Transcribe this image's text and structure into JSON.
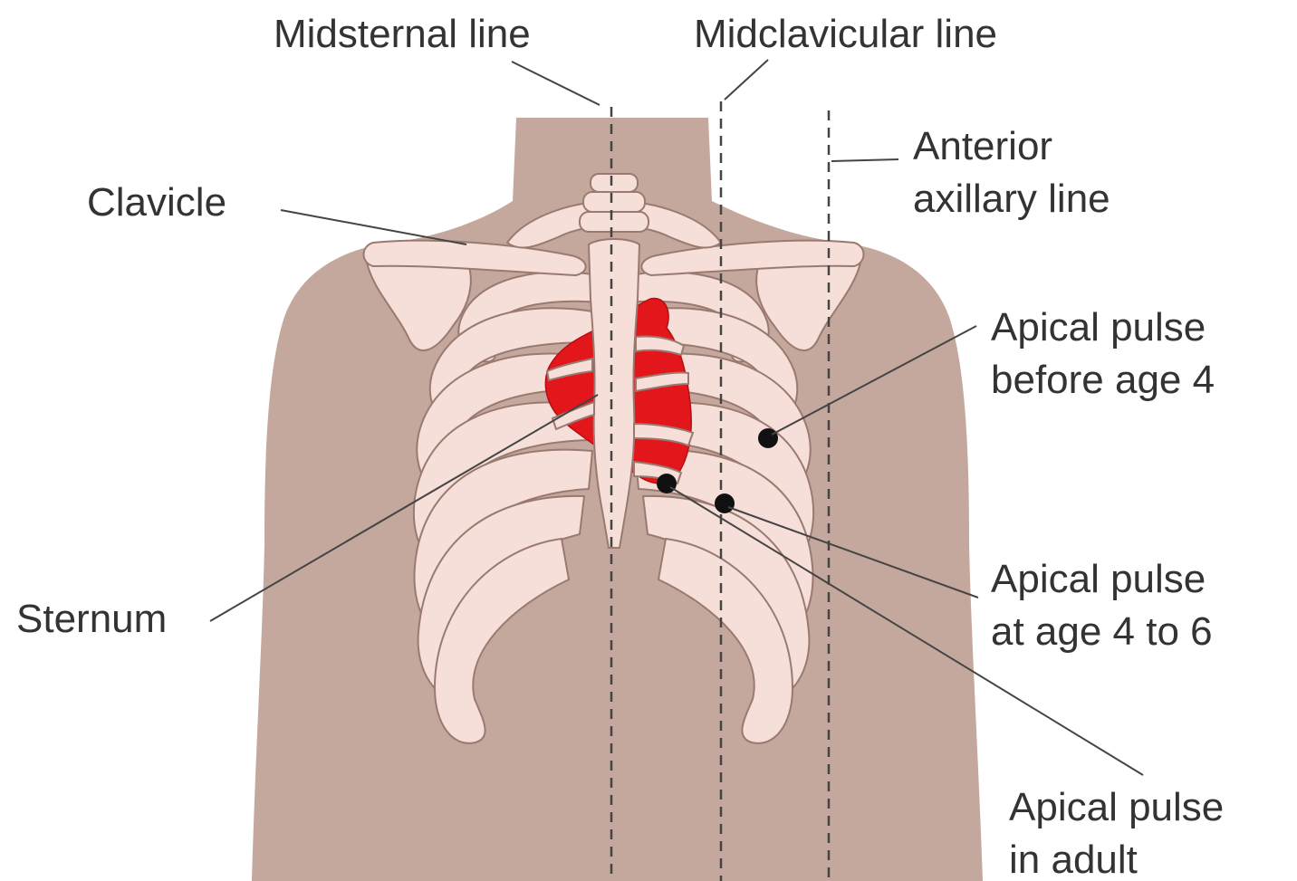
{
  "labels": {
    "midsternal": "Midsternal line",
    "midclavicular": "Midclavicular line",
    "anterior_axillary": [
      "Anterior",
      "axillary line"
    ],
    "clavicle": "Clavicle",
    "sternum": "Sternum",
    "apical_before_4": [
      "Apical pulse",
      "before age 4"
    ],
    "apical_4_to_6": [
      "Apical pulse",
      "at age 4 to 6"
    ],
    "apical_adult": [
      "Apical pulse",
      "in adult"
    ]
  },
  "colors": {
    "skin": "#c4a89d",
    "bone": "#f6dfd8",
    "heart": "#e3161c",
    "pulse_point": "#111111",
    "line": "#444444"
  }
}
